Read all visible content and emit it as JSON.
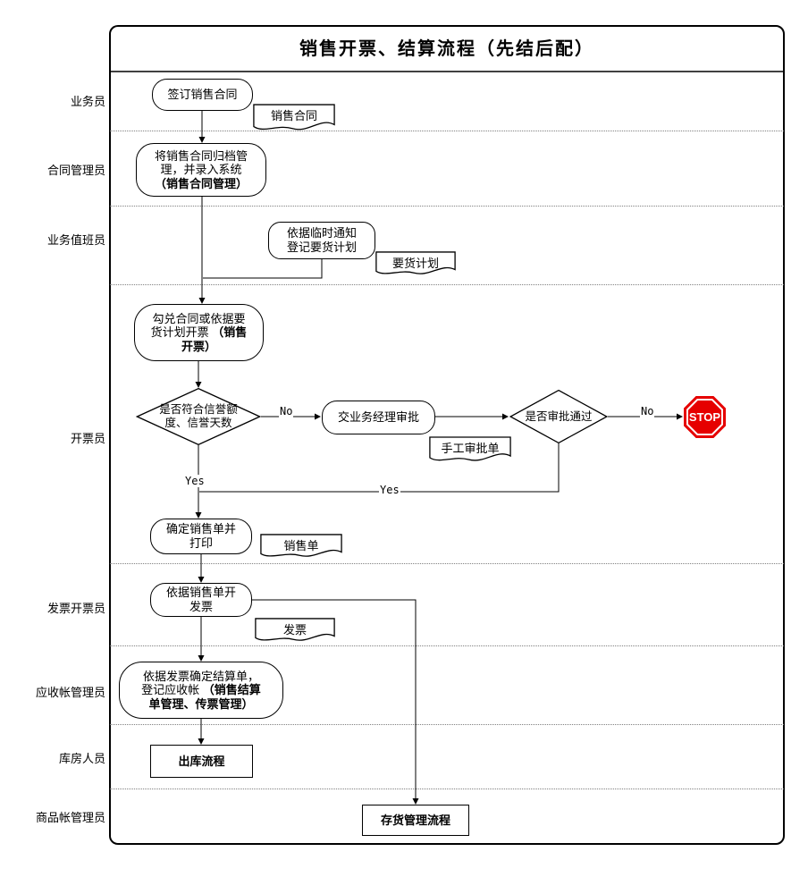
{
  "title": "销售开票、结算流程（先结后配）",
  "lanes": [
    {
      "label": "业务员"
    },
    {
      "label": "合同管理员"
    },
    {
      "label": "业务值班员"
    },
    {
      "label": "开票员"
    },
    {
      "label": "发票开票员"
    },
    {
      "label": "应收帐管理员"
    },
    {
      "label": "库房人员"
    },
    {
      "label": "商品帐管理员"
    }
  ],
  "nodes": {
    "sign_contract": {
      "label": "签订销售合同"
    },
    "doc_sales_contract": {
      "label": "销售合同"
    },
    "archive_contract": {
      "label": "将销售合同归档管\n理，并录入系统\n",
      "bold": "（销售合同管理）"
    },
    "register_plan": {
      "label": "依据临时通知\n登记要货计划"
    },
    "doc_goods_plan": {
      "label": "要货计划"
    },
    "create_invoice": {
      "label": "勾兑合同或依据要\n货计划开票  ",
      "bold": "（销售\n开票）"
    },
    "decision_credit": {
      "label": "是否符合信誉额\n度、信誉天数"
    },
    "manager_approval": {
      "label": "交业务经理审批"
    },
    "doc_manual_approval": {
      "label": "手工审批单"
    },
    "decision_approved": {
      "label": "是否审批通过"
    },
    "stop": {
      "label": "STOP"
    },
    "confirm_print": {
      "label": "确定销售单并\n打印"
    },
    "doc_sales_order": {
      "label": "销售单"
    },
    "issue_invoice": {
      "label": "依据销售单开\n发票"
    },
    "doc_invoice": {
      "label": "发票"
    },
    "settlement": {
      "label": "依据发票确定结算单，\n登记应收帐 ",
      "bold": "（销售结算\n单管理、传票管理）"
    },
    "outbound": {
      "label": "出库流程"
    },
    "inventory": {
      "label": "存货管理流程"
    }
  },
  "edge_labels": {
    "no_credit": "No",
    "no_approval": "No",
    "yes_credit": "Yes",
    "yes_approval": "Yes"
  },
  "colors": {
    "stop_red": "#e60000",
    "line": "#000000",
    "lane_divider": "#808080"
  }
}
